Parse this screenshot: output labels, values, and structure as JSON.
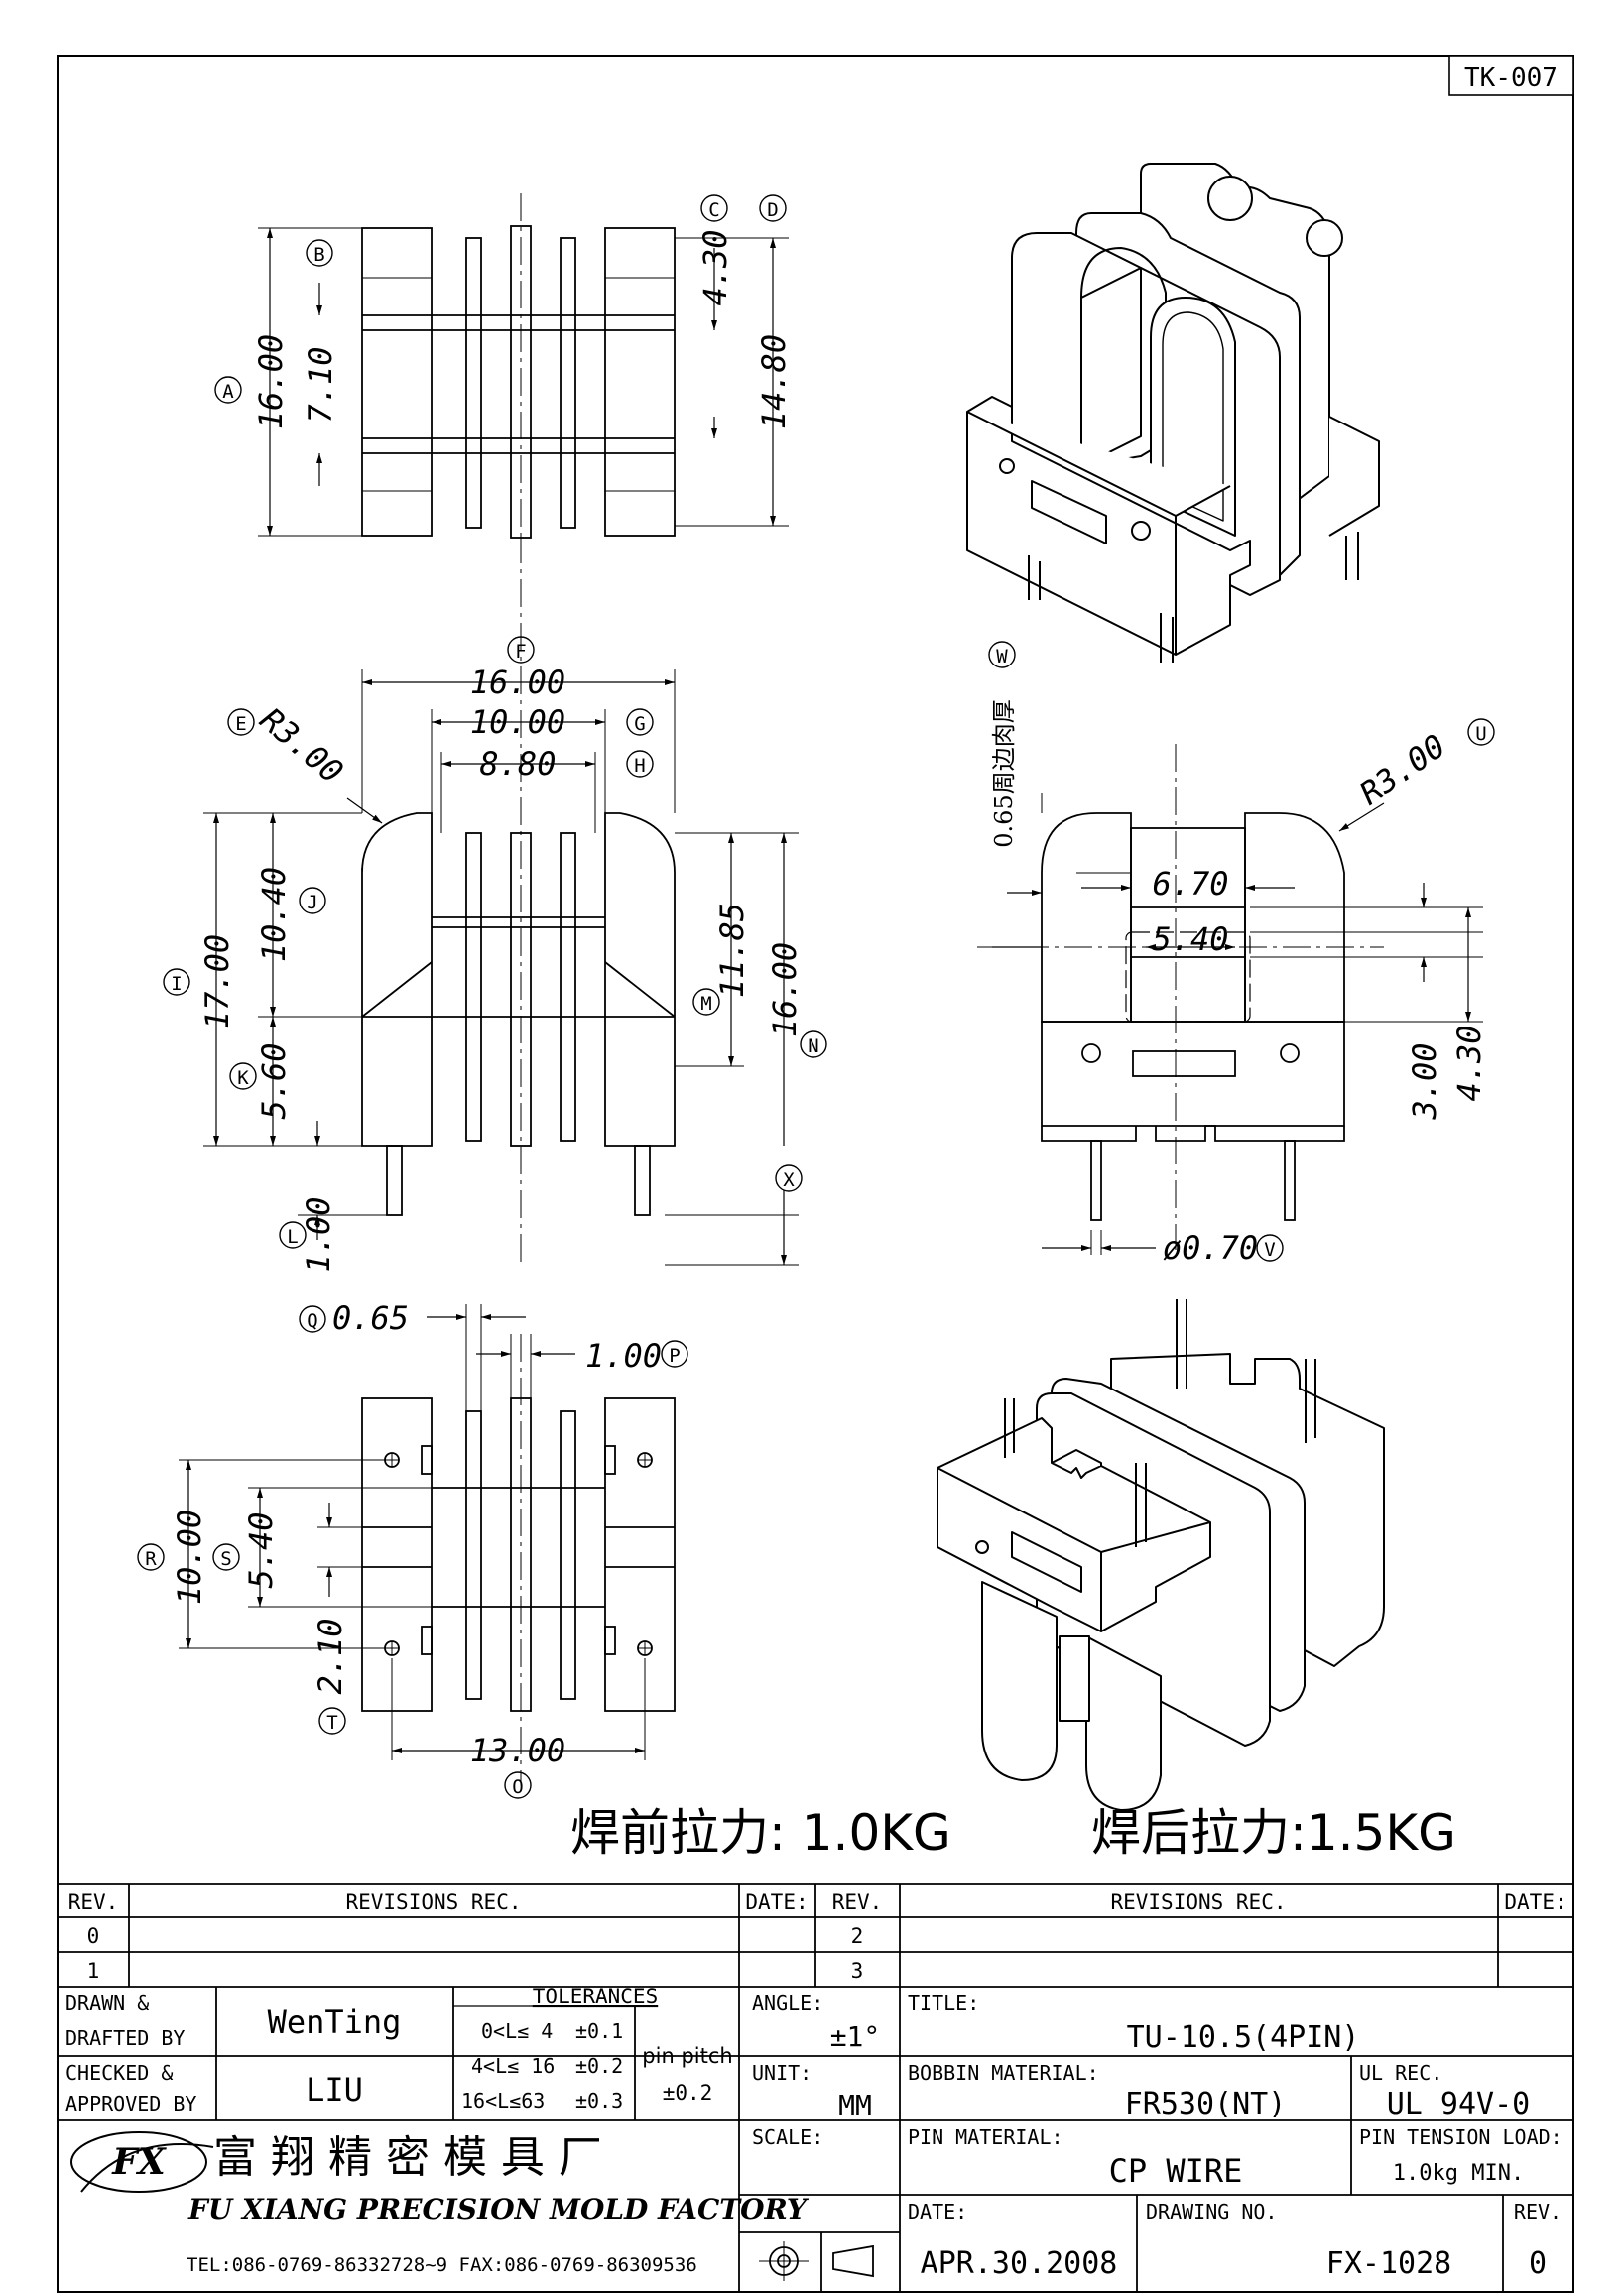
{
  "drawing": {
    "sheet_code": "TK-007",
    "top_view": {
      "labels": {
        "A": "A",
        "B": "B",
        "C": "C",
        "D": "D"
      },
      "dims": {
        "a": "16.00",
        "b": "7.10",
        "c": "4.30",
        "d": "14.80"
      }
    },
    "front_view": {
      "labels": {
        "E": "E",
        "F": "F",
        "G": "G",
        "H": "H",
        "I": "I",
        "J": "J",
        "K": "K",
        "L": "L",
        "M": "M",
        "N": "N",
        "X": "X"
      },
      "dims": {
        "f": "16.00",
        "g": "10.00",
        "h": "8.80",
        "e": "R3.00",
        "i": "17.00",
        "j": "10.40",
        "k": "5.60",
        "l": "1.00",
        "m": "11.85",
        "n": "16.00"
      }
    },
    "side_view": {
      "labels": {
        "W": "W",
        "U": "U",
        "V": "V"
      },
      "dims": {
        "w": "0.65周边肉厚",
        "u": "R3.00",
        "w1": "6.70",
        "w2": "5.40",
        "h1": "3.00",
        "h2": "4.30",
        "v": "ø0.70"
      }
    },
    "bottom_view": {
      "labels": {
        "Q": "Q",
        "P": "P",
        "R": "R",
        "S": "S",
        "T": "T",
        "O": "O"
      },
      "dims": {
        "q": "0.65",
        "p": "1.00",
        "r": "10.00",
        "s": "5.40",
        "t": "2.10",
        "o": "13.00"
      }
    },
    "notes": {
      "pull_before": "焊前拉力: 1.0KG",
      "pull_after": "焊后拉力:1.5KG"
    }
  },
  "title_block": {
    "rev_header": {
      "rev": "REV.",
      "rec": "REVISIONS  REC.",
      "date": "DATE:"
    },
    "rev_rows_left": [
      "0",
      "1"
    ],
    "rev_rows_right": [
      "2",
      "3"
    ],
    "drawn_label": [
      "DRAWN &",
      "DRAFTED BY"
    ],
    "drawn_value": "WenTing",
    "checked_label": [
      "CHECKED &",
      "APPROVED BY"
    ],
    "checked_value": "LIU",
    "tolerances": {
      "title": "TOLERANCES",
      "rows": [
        {
          "range": "0<L≤ 4",
          "tol": "±0.1"
        },
        {
          "range": "4<L≤ 16",
          "tol": "±0.2"
        },
        {
          "range": "16<L≤63",
          "tol": "±0.3"
        }
      ],
      "pin_pitch_label": "pin pitch",
      "pin_pitch_tol": "±0.2"
    },
    "angle": {
      "label": "ANGLE:",
      "value": "±1°"
    },
    "unit": {
      "label": "UNIT:",
      "value": "MM"
    },
    "scale": {
      "label": "SCALE:"
    },
    "title": {
      "label": "TITLE:",
      "value": "TU-10.5(4PIN)"
    },
    "bobbin_material": {
      "label": "BOBBIN MATERIAL:",
      "value": "FR530(NT)"
    },
    "ul_rec": {
      "label": "UL REC.",
      "value": "UL 94V-0"
    },
    "pin_material": {
      "label": "PIN MATERIAL:",
      "value": "CP WIRE"
    },
    "pin_tension": {
      "label": "PIN TENSION LOAD:",
      "value": "1.0kg MIN."
    },
    "date": {
      "label": "DATE:",
      "value": "APR.30.2008"
    },
    "drawing_no": {
      "label": "DRAWING NO.",
      "value": "FX-1028"
    },
    "rev": {
      "label": "REV.",
      "value": "0"
    },
    "company": {
      "logo": "FX",
      "name_cn": "富 翔 精 密 模 具 厂",
      "name_en": "FU XIANG PRECISION MOLD FACTORY",
      "contact": "TEL:086-0769-86332728~9  FAX:086-0769-86309536"
    }
  }
}
